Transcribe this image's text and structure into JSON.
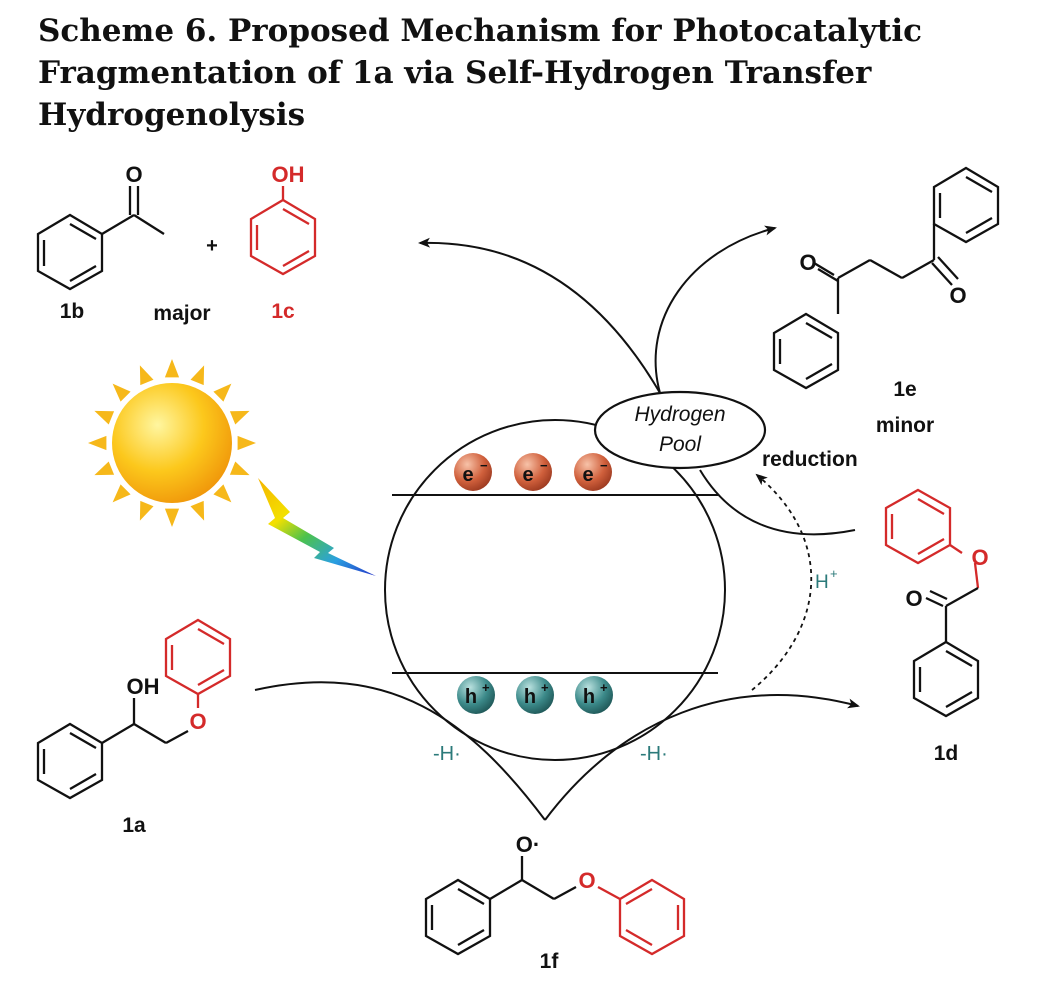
{
  "title": {
    "line1": "Scheme 6. Proposed Mechanism for Photocatalytic",
    "line2": "Fragmentation of 1a via Self-Hydrogen Transfer",
    "line3": "Hydrogenolysis"
  },
  "compounds": {
    "c1a": {
      "id": "1a",
      "oh": "OH",
      "o": "O"
    },
    "c1b": {
      "id": "1b",
      "o": "O"
    },
    "c1c": {
      "id": "1c",
      "oh": "OH"
    },
    "c1d": {
      "id": "1d",
      "o_ether": "O",
      "o_keto": "O"
    },
    "c1e": {
      "id": "1e",
      "o_top": "O",
      "o_bottom": "O"
    },
    "c1f": {
      "id": "1f",
      "o_radical": "O·",
      "o_ether": "O"
    }
  },
  "labels": {
    "plus": "+",
    "major": "major",
    "minor": "minor",
    "pool_line1": "Hydrogen",
    "pool_line2": "Pool",
    "reduction": "reduction",
    "h_plus": "H",
    "h_plus_sup": "+",
    "h_abstract_left": "-H·",
    "h_abstract_right": "-H·",
    "electron": "e",
    "electron_sup": "−",
    "hole": "h",
    "hole_sup": "+"
  },
  "colors": {
    "black": "#111111",
    "red": "#d42a2a",
    "teal": "#2b7a7a",
    "electron": "#d0603c",
    "hole": "#3c8a8a"
  }
}
